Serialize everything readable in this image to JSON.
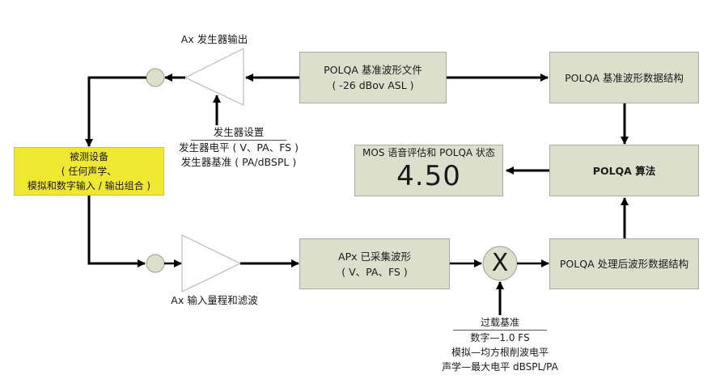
{
  "diagram": {
    "boxes": {
      "reference_file": {
        "line1": "POLQA 基准波形文件",
        "line2": "( -26 dBov ASL )"
      },
      "reference_struct": {
        "label": "POLQA 基准波形数据结构"
      },
      "algorithm": {
        "label": "POLQA 算法"
      },
      "mos": {
        "title": "MOS 语音评估和 POLQA 状态",
        "score": "4.50"
      },
      "dut": {
        "line1": "被测设备",
        "line2": "( 任何声学、",
        "line3": "模拟和数字输入 / 输出组合 )"
      },
      "captured": {
        "line1": "APx 已采集波形",
        "line2": "( V、PA、FS )"
      },
      "processed_struct": {
        "label": "POLQA 处理后波形数据结构"
      }
    },
    "generator": {
      "output_label": "Ax 发生器输出",
      "settings_title": "发生器设置",
      "settings_line1": "发生器电平 ( V、PA、FS )",
      "settings_line2": "发生器基准 ( PA/dBSPL )"
    },
    "input": {
      "label": "Ax 输入量程和滤波"
    },
    "overload": {
      "symbol": "X",
      "title": "过载基准",
      "line1": "数字—1.0 FS",
      "line2": "模拟—均方根削波电平",
      "line3": "声学—最大电平 dBSPL/PA"
    }
  },
  "colors": {
    "box_fill": "#dcdfcb",
    "box_border": "#a9ab9e",
    "dut_fill": "#efe832",
    "node_fill": "#dcdfcb",
    "line": "#000000"
  }
}
